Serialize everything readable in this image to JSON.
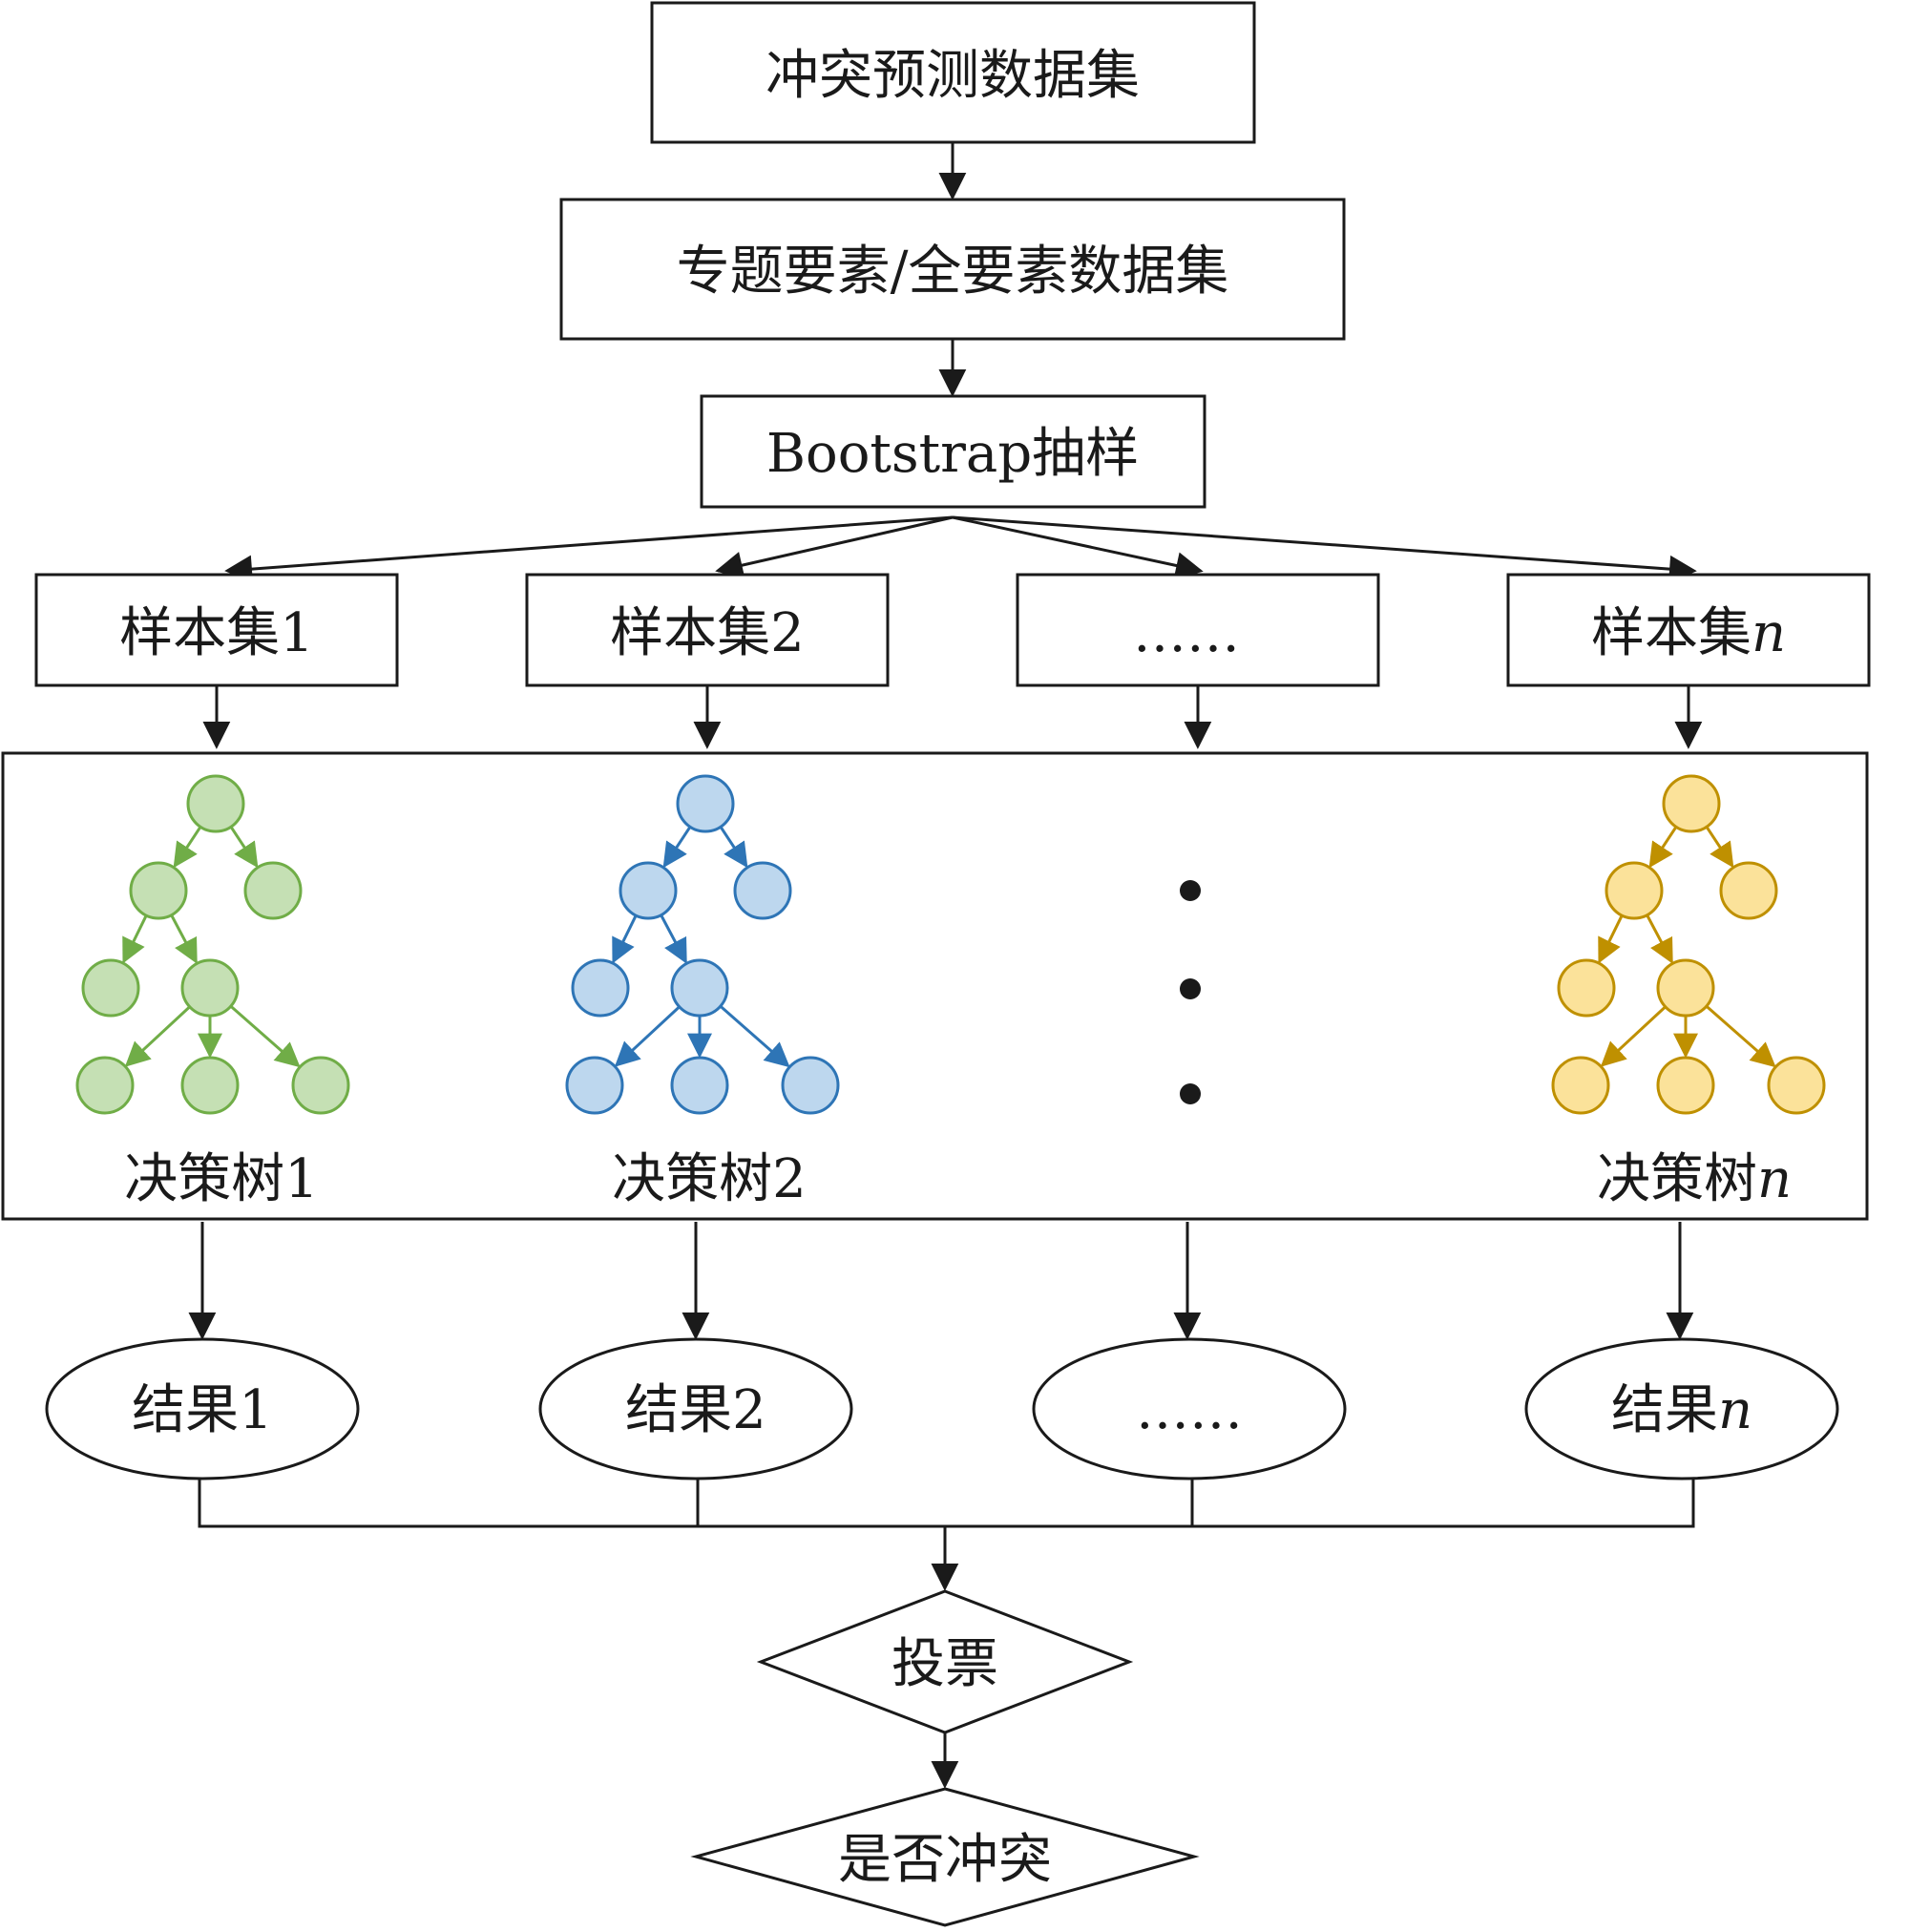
{
  "nodes": {
    "dataset": "冲突预测数据集",
    "features": "专题要素/全要素数据集",
    "bootstrap": "Bootstrap抽样",
    "vote": "投票",
    "output": "是否冲突"
  },
  "samples": [
    {
      "label": "样本集",
      "suffix": "1",
      "italic": false
    },
    {
      "label": "样本集",
      "suffix": "2",
      "italic": false
    },
    {
      "label": "……",
      "suffix": "",
      "italic": false
    },
    {
      "label": "样本集",
      "suffix": "n",
      "italic": true
    }
  ],
  "trees": [
    {
      "label": "决策树",
      "suffix": "1",
      "italic": false,
      "fill": "#c5e0b4",
      "stroke": "#70ad47"
    },
    {
      "label": "决策树",
      "suffix": "2",
      "italic": false,
      "fill": "#bdd7ee",
      "stroke": "#2e75b6"
    },
    {
      "label": "决策树",
      "suffix": "n",
      "italic": true,
      "fill": "#fbe29a",
      "stroke": "#bf9000"
    }
  ],
  "results": [
    {
      "label": "结果",
      "suffix": "1",
      "italic": false
    },
    {
      "label": "结果",
      "suffix": "2",
      "italic": false
    },
    {
      "label": "……",
      "suffix": "",
      "italic": false
    },
    {
      "label": "结果",
      "suffix": "n",
      "italic": true
    }
  ],
  "colors": {
    "line": "#1a1a1a",
    "background": "#ffffff"
  }
}
